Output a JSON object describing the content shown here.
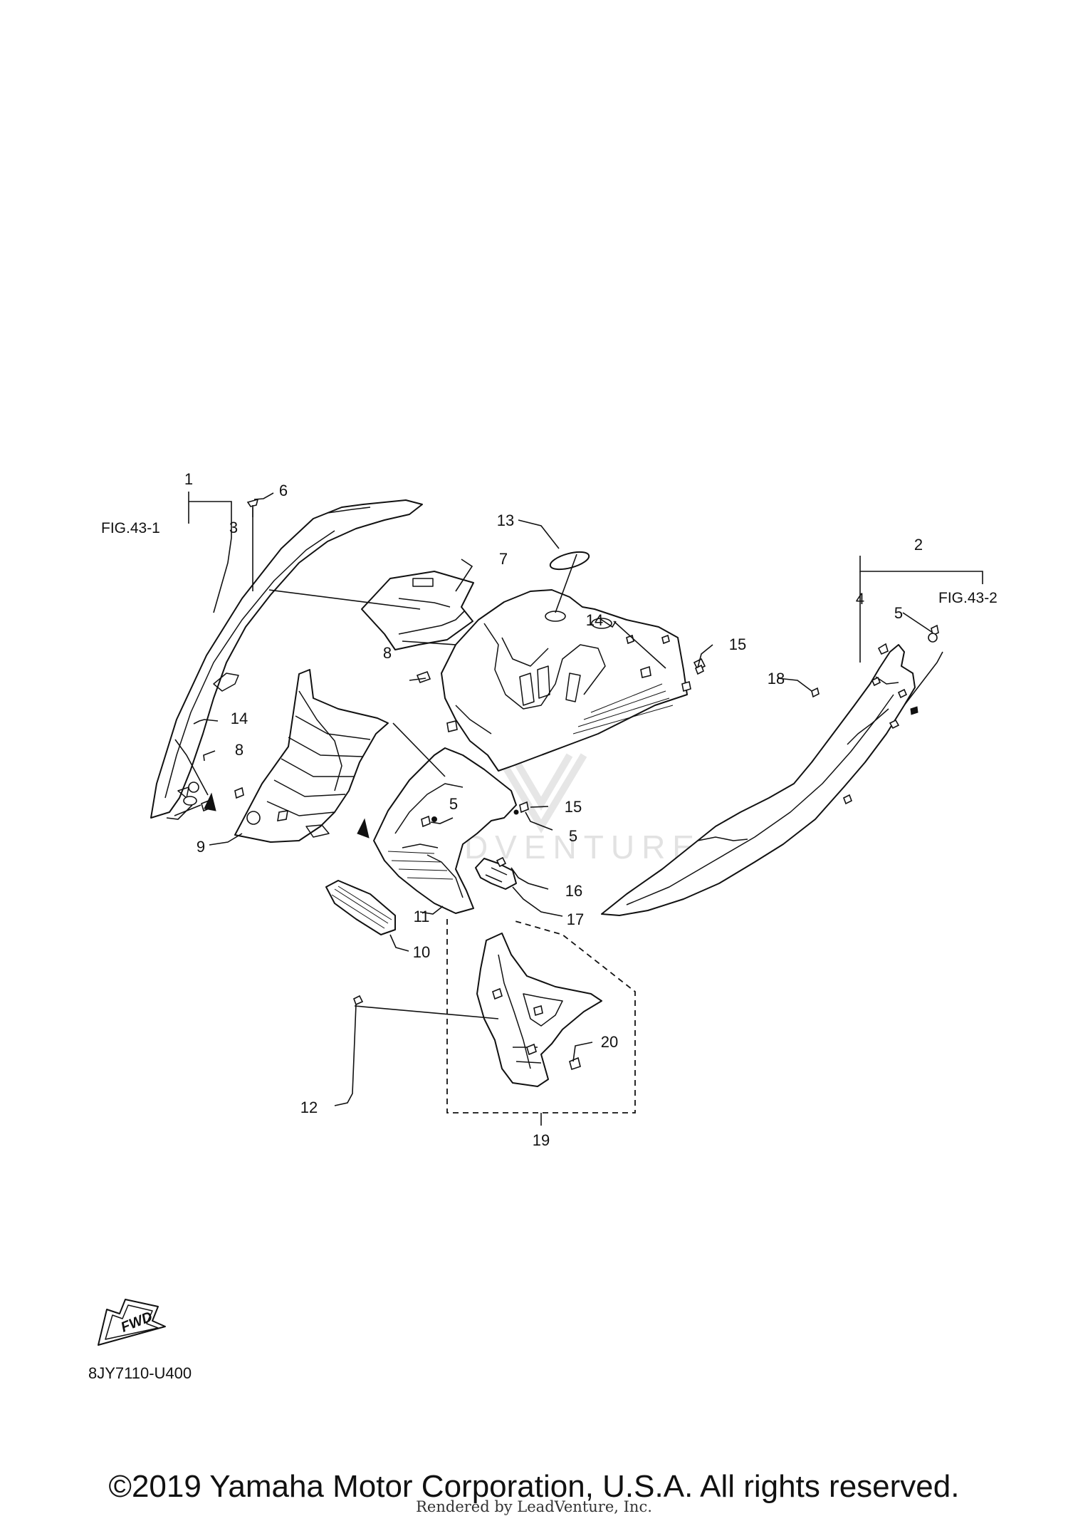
{
  "diagram": {
    "callouts": {
      "c1": "1",
      "c2": "2",
      "c3": "3",
      "c4": "4",
      "c5a": "5",
      "c5b": "5",
      "c5c": "5",
      "c6": "6",
      "c7": "7",
      "c8a": "8",
      "c8b": "8",
      "c9": "9",
      "c10": "10",
      "c11": "11",
      "c12": "12",
      "c13": "13",
      "c14a": "14",
      "c14b": "14",
      "c15a": "15",
      "c15b": "15",
      "c16": "16",
      "c17": "17",
      "c18": "18",
      "c19": "19",
      "c20": "20"
    },
    "figure_refs": {
      "left": "FIG.43-1",
      "right": "FIG.43-2"
    },
    "fwd_label": "FWD",
    "diagram_code": "8JY7110-U400",
    "watermark_text": "LEADVENTURE"
  },
  "footer": {
    "copyright": "©2019 Yamaha Motor Corporation, U.S.A. All rights reserved.",
    "rendered_by": "Rendered by LeadVenture, Inc."
  },
  "colors": {
    "line": "#111111",
    "background": "#ffffff",
    "watermark": "#e6e6e6"
  }
}
